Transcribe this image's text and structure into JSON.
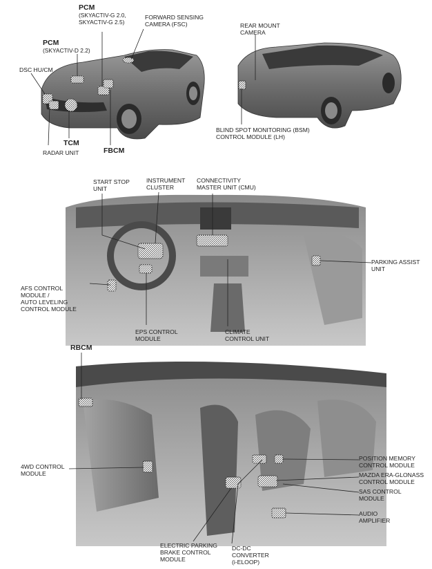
{
  "panel1": {
    "pcm_g": {
      "title": "PCM",
      "sub": "(SKYACTIV-G 2.0,\nSKYACTIV-G 2.5)"
    },
    "pcm_d": {
      "title": "PCM",
      "sub": "(SKYACTIV-D 2.2)"
    },
    "fsc": "FORWARD SENSING\nCAMERA (FSC)",
    "dsc": "DSC HU/CM",
    "tcm": "TCM",
    "radar": "RADAR UNIT",
    "fbcm": "FBCM",
    "rear_cam": "REAR MOUNT\nCAMERA",
    "bsm": "BLIND SPOT MONITORING (BSM)\nCONTROL MODULE (LH)"
  },
  "panel2": {
    "start_stop": "START STOP\nUNIT",
    "instrument": "INSTRUMENT\nCLUSTER",
    "cmu": "CONNECTIVITY\nMASTER UNIT (CMU)",
    "parking": "PARKING ASSIST\nUNIT",
    "afs": "AFS CONTROL\nMODULE /\nAUTO LEVELING\nCONTROL MODULE",
    "eps": "EPS CONTROL\nMODULE",
    "climate": "CLIMATE\nCONTROL UNIT"
  },
  "panel3": {
    "rbcm": "RBCM",
    "fwd": "4WD CONTROL\nMODULE",
    "position": "POSITION MEMORY\nCONTROL MODULE",
    "era": "MAZDA ERA-GLONASS\nCONTROL MODULE",
    "sas": "SAS CONTROL\nMODULE",
    "audio": "AUDIO\nAMPLIFIER",
    "epb": "ELECTRIC PARKING\nBRAKE CONTROL\nMODULE",
    "dcdc": "DC-DC\nCONVERTER\n(i-ELOOP)"
  }
}
